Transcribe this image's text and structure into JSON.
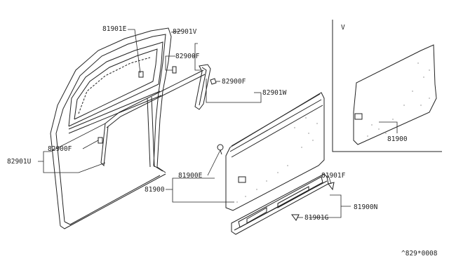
{
  "diagram": {
    "callouts": {
      "p81901E": "81901E",
      "p82901V": "82901V",
      "p82900F_top": "82900F",
      "p82900F_mid": "82900F",
      "p82901W": "82901W",
      "p82900F_left": "82900F",
      "p82901U": "82901U",
      "p81900E": "81900E",
      "p81900_left": "81900",
      "p81901F": "81901F",
      "p81900N": "81900N",
      "p81901G": "81901G",
      "p81900_inset": "81900"
    },
    "inset_label": "V",
    "footer_code": "^829*0008"
  }
}
